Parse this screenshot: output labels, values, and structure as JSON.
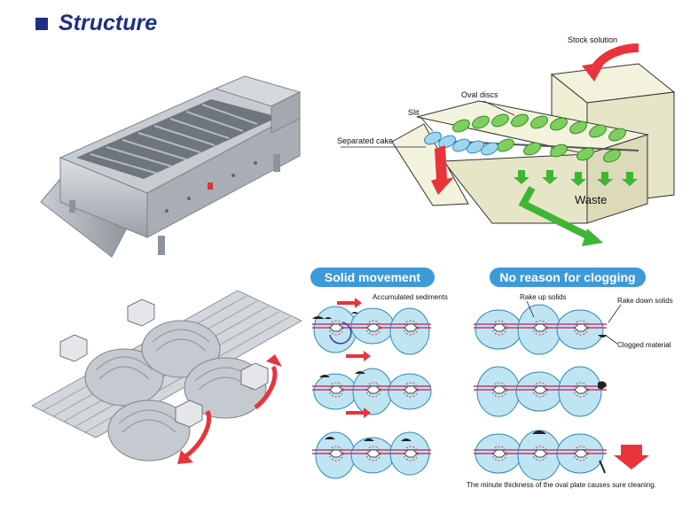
{
  "header": {
    "title": "Structure"
  },
  "process_diagram": {
    "labels": {
      "stock_solution": "Stock solution",
      "oval_discs": "Oval discs",
      "slit": "Slit",
      "separated_cake": "Separated cake",
      "waste": "Waste"
    }
  },
  "solid_movement": {
    "title": "Solid movement",
    "labels": {
      "accumulated_sediments": "Accumulated sediments"
    }
  },
  "no_clogging": {
    "title": "No reason for clogging",
    "labels": {
      "rake_up": "Rake up solids",
      "rake_down": "Rake down solids",
      "clogged": "Clogged material"
    },
    "caption": "The minute thickness of the oval plate causes sure cleaning."
  },
  "colors": {
    "brand_blue": "#1f2f86",
    "pill_blue": "#3d9ad8",
    "disc_blue": "#bfe4f2",
    "red_arrow": "#e8343a",
    "green_arrow": "#3fb534",
    "metal": "#b9bec4"
  }
}
